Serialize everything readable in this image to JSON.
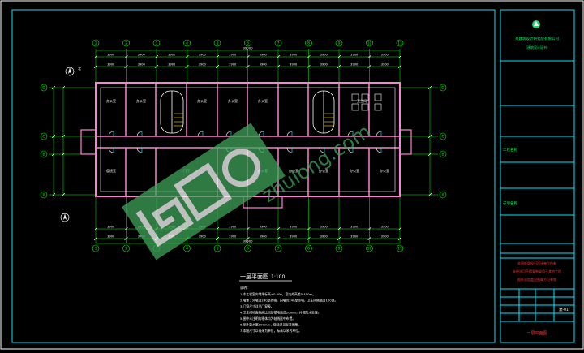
{
  "drawing": {
    "plan_title": "一层平面图",
    "plan_scale": "1:100",
    "column_labels": [
      "1",
      "2",
      "3",
      "4",
      "5",
      "6",
      "7",
      "8",
      "9",
      "10",
      "11"
    ],
    "row_labels": [
      "D",
      "C",
      "B",
      "A"
    ],
    "top_dims": [
      "3900",
      "3900",
      "3900",
      "3900",
      "3900",
      "3900",
      "3900",
      "3900",
      "3900",
      "3900"
    ],
    "bottom_dims": [
      "3900",
      "3900",
      "3900",
      "3900",
      "3900",
      "3900",
      "3900",
      "3900",
      "3900",
      "3900"
    ],
    "overall_dim": "39000",
    "rooms_top": [
      "办公室",
      "办公室",
      "",
      "办公室",
      "办公室",
      "办公室",
      "",
      "卫生间"
    ],
    "rooms_bottom": [
      "值班室",
      "",
      "门厅",
      "",
      "办公室",
      "办公室",
      "办公室",
      "办公室",
      "办公室"
    ],
    "notes_heading": "说明：",
    "notes": [
      "1.本工程室内地坪标高±0.000，室内外高差0.450m。",
      "2.墙体：外墙为240厚砖墙，内墙为240厚砖墙，卫生间隔墙为120厚。",
      "3.门窗尺寸详见门窗表。",
      "4.卫生间地面标高比同层楼地面低20mm，并做防水处理。",
      "5.图中未注明的墙体均为轴线居中布置。",
      "6.室外散水宽800mm，做法详见标准图集。",
      "7.本图尺寸以毫米为单位，标高以米为单位。"
    ],
    "north_label": "北",
    "title_block": {
      "company": "某建筑设计研究院有限公司",
      "company_sub": "（建筑设计证书）",
      "project_label": "工程名称",
      "item_label": "子项名称",
      "red_notes": [
        "本图纸版权归设计单位所有",
        "未经许可不得复制或用于其他工程",
        "图纸须加盖出图章方可有效"
      ],
      "sheet_no": "建-01",
      "drawing_name": "一层平面图"
    },
    "watermark_text": "zhulong.com"
  },
  "colors": {
    "background": "#000000",
    "frame": "#ffffff",
    "axis": "#00ff00",
    "wall": "#ff7fd0",
    "room_label": "#ffffff",
    "dimension": "#00ffff",
    "accent_red": "#ff3030",
    "watermark": "#3fa35a",
    "tb_line": "#00e5ff"
  }
}
